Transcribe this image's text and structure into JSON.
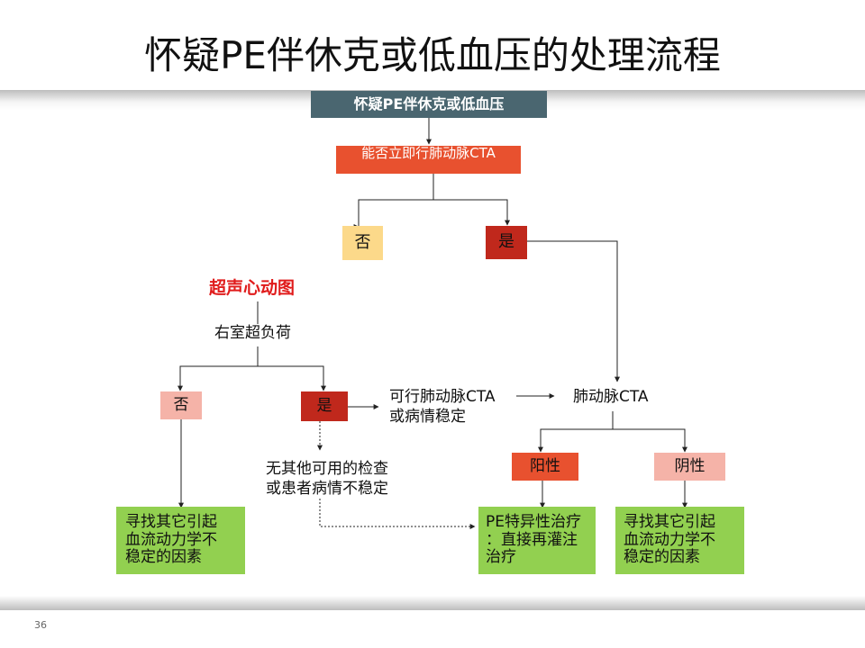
{
  "title": "怀疑PE伴休克或低血压的处理流程",
  "page_number": "36",
  "nodes": {
    "start": "怀疑PE伴休克或低血压",
    "cta_question": "能否立即行肺动脉CTA",
    "no1": "否",
    "yes1": "是",
    "echo": "超声心动图",
    "rv_overload": "右室超负荷",
    "no2": "否",
    "yes2": "是",
    "cta_line1": "可行肺动脉CTA",
    "cta_line2": "或病情稳定",
    "cta_result": "肺动脉CTA",
    "unstable_line1": "无其他可用的检查",
    "unstable_line2": "或患者病情不稳定",
    "positive": "阳性",
    "negative": "阴性",
    "other_causes_left": [
      "寻找其它引起",
      "血流动力学不",
      "稳定的因素"
    ],
    "pe_therapy": [
      "PE特异性治疗",
      "：直接再灌注",
      "治疗"
    ],
    "other_causes_right": [
      "寻找其它引起",
      "血流动力学不",
      "稳定的因素"
    ]
  },
  "colors": {
    "dark_slate": "#4a6670",
    "orange_red": "#e8512f",
    "light_yellow": "#fcd98a",
    "dark_red": "#c0281c",
    "echo_red": "#e01b1b",
    "pink": "#f5b3a8",
    "green": "#92d050"
  }
}
